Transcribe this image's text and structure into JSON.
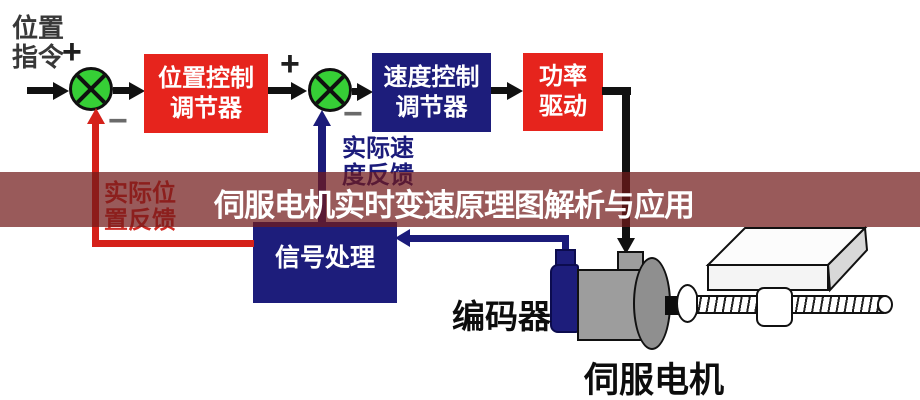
{
  "banner": {
    "title": "伺服电机实时变速原理图解析与应用",
    "band_color_rgba": "rgba(114,26,26,0.72)",
    "text_color": "#ffffff"
  },
  "diagram": {
    "input_label": "位置指令",
    "signs": {
      "plus": "+",
      "minus": "−"
    },
    "blocks": {
      "position_controller": "位置控制调节器",
      "speed_controller": "速度控制调节器",
      "power_drive": "功率驱动",
      "signal_processing": "信号处理"
    },
    "feedback": {
      "speed": "实际速度反馈",
      "position": "实际位置反馈"
    },
    "hardware_labels": {
      "encoder": "编码器",
      "servo_motor": "伺服电机"
    },
    "colors": {
      "controller_red": "#e6241d",
      "controller_navy": "#1d1d7b",
      "junction_green": "#36cf36",
      "signal_black": "#111111",
      "speed_feedback_navy": "#1b1b7a",
      "position_feedback_red": "#d5211a",
      "motor_gray": "#9d9d9d",
      "background": "#ffffff"
    }
  }
}
